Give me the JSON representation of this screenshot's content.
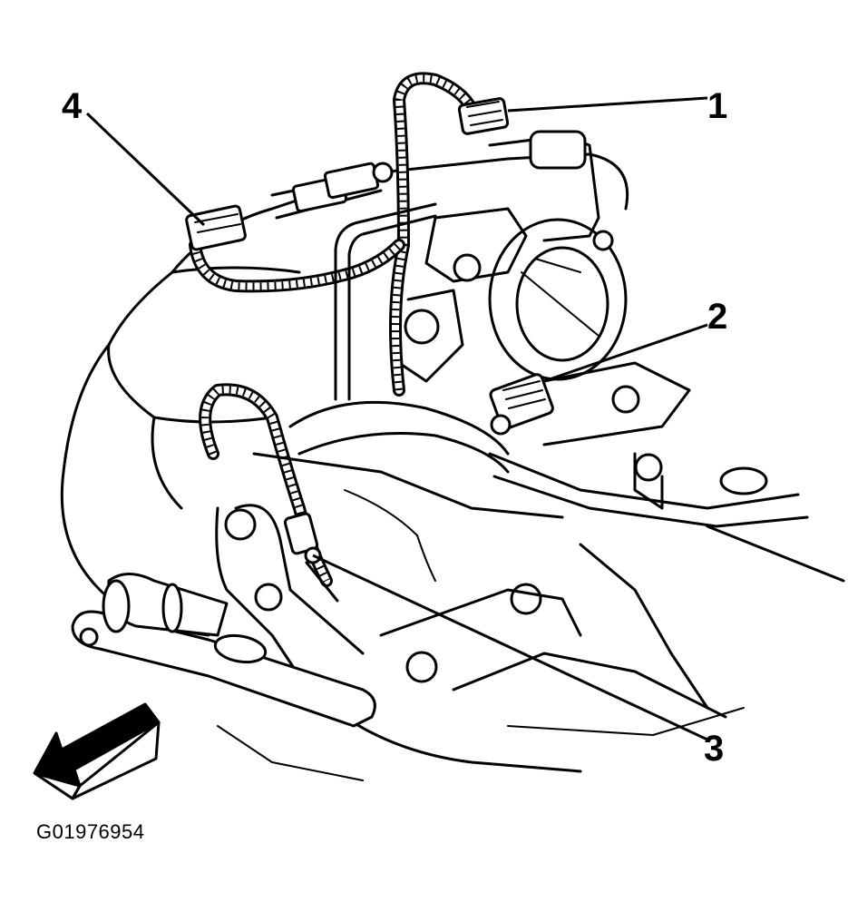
{
  "figure_id": "G01976954",
  "callouts": [
    {
      "label": "1"
    },
    {
      "label": "2"
    },
    {
      "label": "3"
    },
    {
      "label": "4"
    }
  ],
  "direction_arrow": {
    "icon": "front-direction-arrow-icon"
  },
  "ink_color": "#000000",
  "background_color": "#ffffff"
}
